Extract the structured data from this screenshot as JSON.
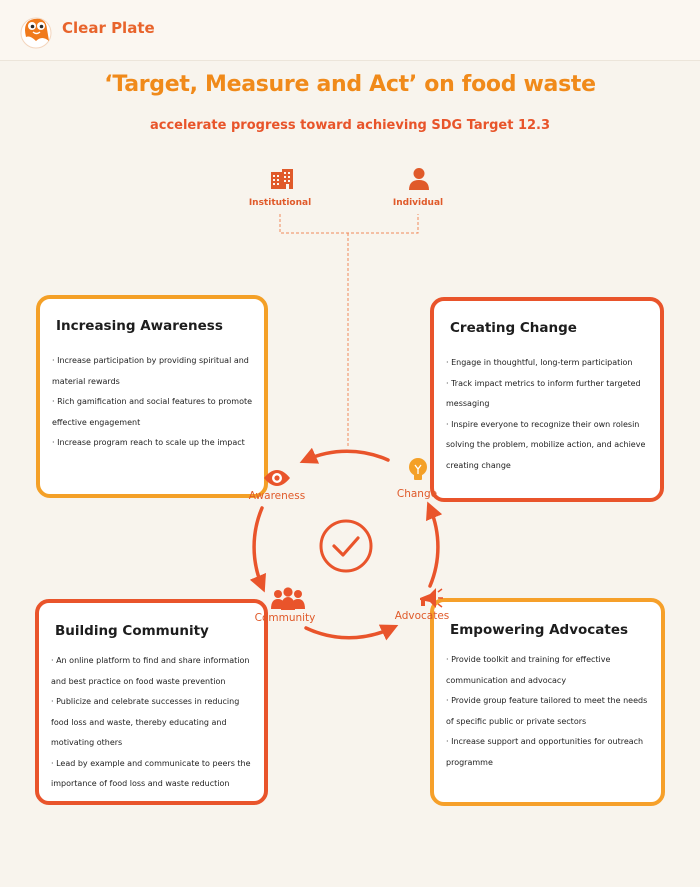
{
  "header": {
    "brand": "Clear Plate"
  },
  "title": "‘Target, Measure and Act’ on food waste",
  "subtitle": "accelerate progress toward achieving SDG Target 12.3",
  "actors": {
    "institutional": "Institutional",
    "individual": "Individual"
  },
  "cycle": {
    "awareness": "Awareness",
    "change": "Change",
    "community": "Community",
    "advocates": "Advocates"
  },
  "boxes": {
    "awareness": {
      "title": "Increasing Awareness",
      "points": [
        "· Increase participation by providing spiritual and",
        "material rewards",
        "· Rich gamification and social features to promote",
        "effective engagement",
        "· Increase program reach to scale up the impact"
      ]
    },
    "change": {
      "title": "Creating Change",
      "points": [
        "· Engage in thoughtful, long-term participation",
        "· Track impact metrics to inform further targeted",
        "messaging",
        "· Inspire everyone to recognize their own rolesin",
        "solving the problem, mobilize action, and achieve",
        "creating change"
      ]
    },
    "community": {
      "title": "Building Community",
      "points": [
        "· An online platform to find and share information",
        "and best practice on food waste prevention",
        "· Publicize and celebrate successes in reducing",
        "food loss and waste, thereby educating and",
        "motivating others",
        "· Lead by example and communicate to peers the",
        "importance of food loss and waste reduction"
      ]
    },
    "advocates": {
      "title": "Empowering Advocates",
      "points": [
        "· Provide toolkit and training for effective",
        "communication and advocacy",
        "· Provide group feature tailored to meet the needs",
        "of specific public or private sectors",
        "· Increase support and opportunities for outreach",
        "programme"
      ]
    }
  },
  "colors": {
    "orange": "#f08a1a",
    "red_orange": "#e9542b",
    "amber": "#f4a027",
    "background": "#f8f4ed"
  }
}
